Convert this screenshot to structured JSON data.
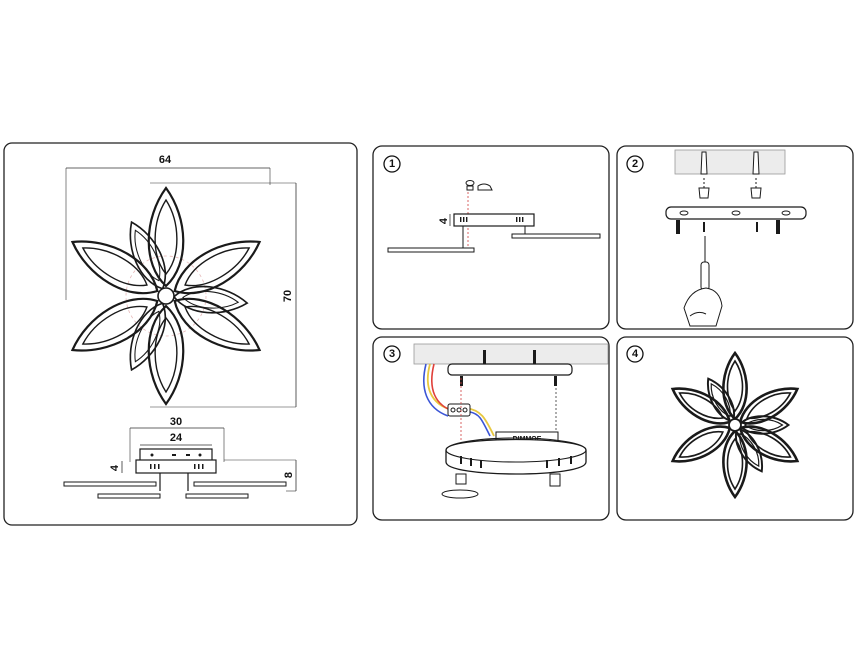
{
  "dimensions": {
    "width_top": "64",
    "height_side": "70",
    "base_width": "30",
    "base_inner_width": "24",
    "base_height": "4",
    "total_height": "8"
  },
  "steps": {
    "step1": {
      "number": "1",
      "dimension_label": "4"
    },
    "step2": {
      "number": "2"
    },
    "step3": {
      "number": "3",
      "dimmer_label": "DIMMOE"
    },
    "step4": {
      "number": "4"
    }
  },
  "colors": {
    "line": "#1a1a1a",
    "panel_border": "#222222",
    "ceiling_fill": "#ececec",
    "wire_red": "#e0403a",
    "wire_blue": "#3b55d6",
    "wire_yellow": "#e8c840",
    "guide_dash": "#d04040"
  }
}
